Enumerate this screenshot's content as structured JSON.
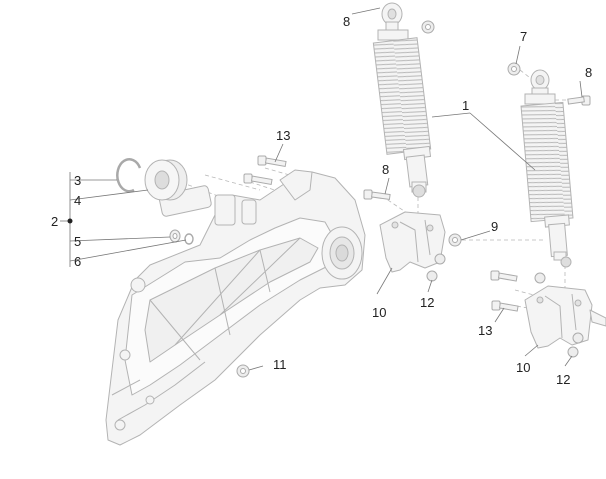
{
  "diagram": {
    "callouts": {
      "c1": "1",
      "c2": "2",
      "c3": "3",
      "c4": "4",
      "c5": "5",
      "c6": "6",
      "c7": "7",
      "c8a": "8",
      "c8b": "8",
      "c8c": "8",
      "c9": "9",
      "c10a": "10",
      "c10b": "10",
      "c11": "11",
      "c12a": "12",
      "c12b": "12",
      "c13a": "13",
      "c13b": "13"
    },
    "colors": {
      "part_fill": "#f4f4f4",
      "part_stroke": "#b3b3b3",
      "leader": "#777777",
      "label": "#222222"
    }
  }
}
